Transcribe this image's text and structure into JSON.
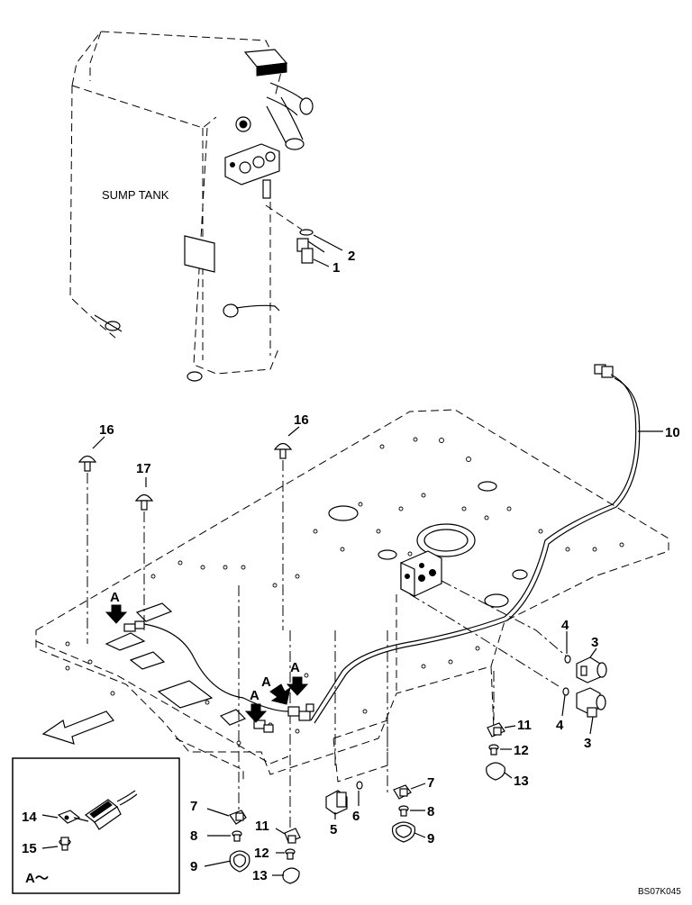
{
  "diagram": {
    "tank_label": "SUMP TANK",
    "drawing_code": "BS07K045",
    "detail_label": "A～",
    "callouts": {
      "c1": "1",
      "c2": "2",
      "c3a": "3",
      "c3b": "3",
      "c4a": "4",
      "c4b": "4",
      "c5": "5",
      "c6": "6",
      "c7a": "7",
      "c7b": "7",
      "c8a": "8",
      "c8b": "8",
      "c9a": "9",
      "c9b": "9",
      "c10": "10",
      "c11a": "11",
      "c11b": "11",
      "c12a": "12",
      "c12b": "12",
      "c13a": "13",
      "c13b": "13",
      "c14": "14",
      "c15": "15",
      "c16a": "16",
      "c16b": "16",
      "c17": "17"
    },
    "view_markers": {
      "a1": "A",
      "a2": "A",
      "a3": "A",
      "a4": "A"
    }
  }
}
